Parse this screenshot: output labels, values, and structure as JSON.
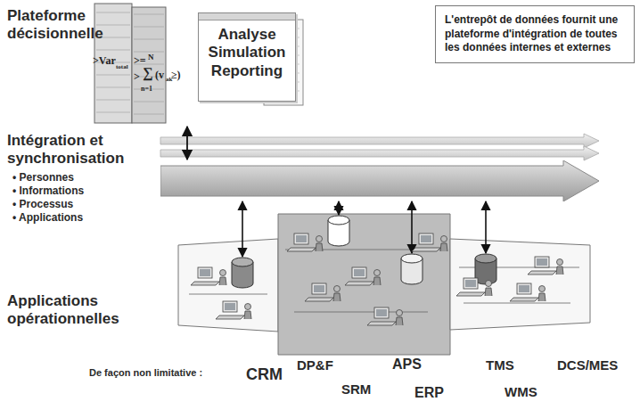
{
  "diagram": {
    "nodes": [
      {
        "text": [
          ">Var",
          "total",
          ">=",
          ">",
          "N",
          "∑",
          "n=1",
          "(v",
          "ak",
          "≥)"
        ]
      },
      {
        "text": [
          "Analyse Simulation Reporting"
        ]
      },
      {
        "text": [
          "L'entrepôt de données fournit une plateforme d'intégration de toutes les données internes et externes"
        ]
      },
      {
        "text": [
          "Intégration et synchronisation",
          "• Personnes",
          "• Informations",
          "• Processus",
          "• Applications"
        ]
      }
    ],
    "edges": [
      {
        "from": 0,
        "to": 3,
        "arrow": "both"
      }
    ],
    "labels": [
      "Plateforme décisionnelle",
      "Applications opérationnelles",
      "De façon non limitative :",
      "CRM",
      "DP&F",
      "SRM",
      "APS",
      "ERP",
      "TMS",
      "WMS",
      "DCS/MES"
    ]
  }
}
